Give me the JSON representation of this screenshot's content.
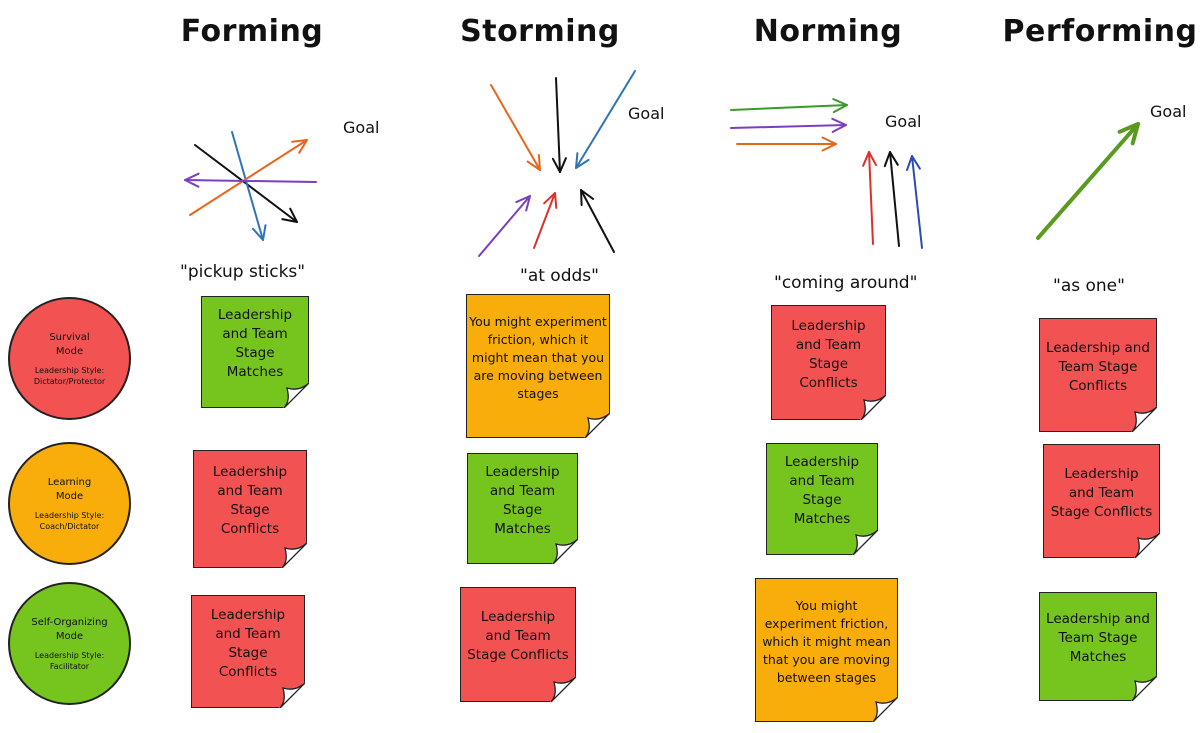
{
  "stages": [
    {
      "title": "Forming",
      "quote": "\"pickup sticks\"",
      "goal": "Goal"
    },
    {
      "title": "Storming",
      "quote": "\"at odds\"",
      "goal": "Goal"
    },
    {
      "title": "Norming",
      "quote": "\"coming around\"",
      "goal": "Goal"
    },
    {
      "title": "Performing",
      "quote": "\"as one\"",
      "goal": "Goal"
    }
  ],
  "modes": [
    {
      "name_line1": "Survival",
      "name_line2": "Mode",
      "style_line1": "Leadership Style:",
      "style_line2": "Dictator/Protector",
      "color": "#f25252"
    },
    {
      "name_line1": "Learning",
      "name_line2": "Mode",
      "style_line1": "Leadership Style:",
      "style_line2": "Coach/Dictator",
      "color": "#f8ad0a"
    },
    {
      "name_line1": "Self-Organizing",
      "name_line2": "Mode",
      "style_line1": "Leadership Style:",
      "style_line2": "Facilitator",
      "color": "#76c51f"
    }
  ],
  "notes": {
    "matches": {
      "text": "Leadership and Team Stage Matches",
      "color": "#76c51f"
    },
    "conflicts": {
      "text": "Leadership and Team Stage Conflicts",
      "color": "#f25252"
    },
    "experiment": {
      "text": "You might experiment friction, which it might mean that you are moving between stages",
      "color": "#f8ad0a"
    }
  },
  "grid": [
    [
      "matches",
      "experiment",
      "conflicts",
      "conflicts"
    ],
    [
      "conflicts",
      "matches",
      "matches",
      "conflicts"
    ],
    [
      "conflicts",
      "conflicts",
      "experiment",
      "matches"
    ]
  ],
  "arrow_colors": {
    "black": "#111111",
    "orange": "#e8661b",
    "blue": "#2f74b5",
    "purple": "#7a3fc1",
    "red": "#d9322b",
    "green": "#3a9a2a",
    "navy": "#2e4ab4",
    "olive": "#5a9a1e"
  }
}
